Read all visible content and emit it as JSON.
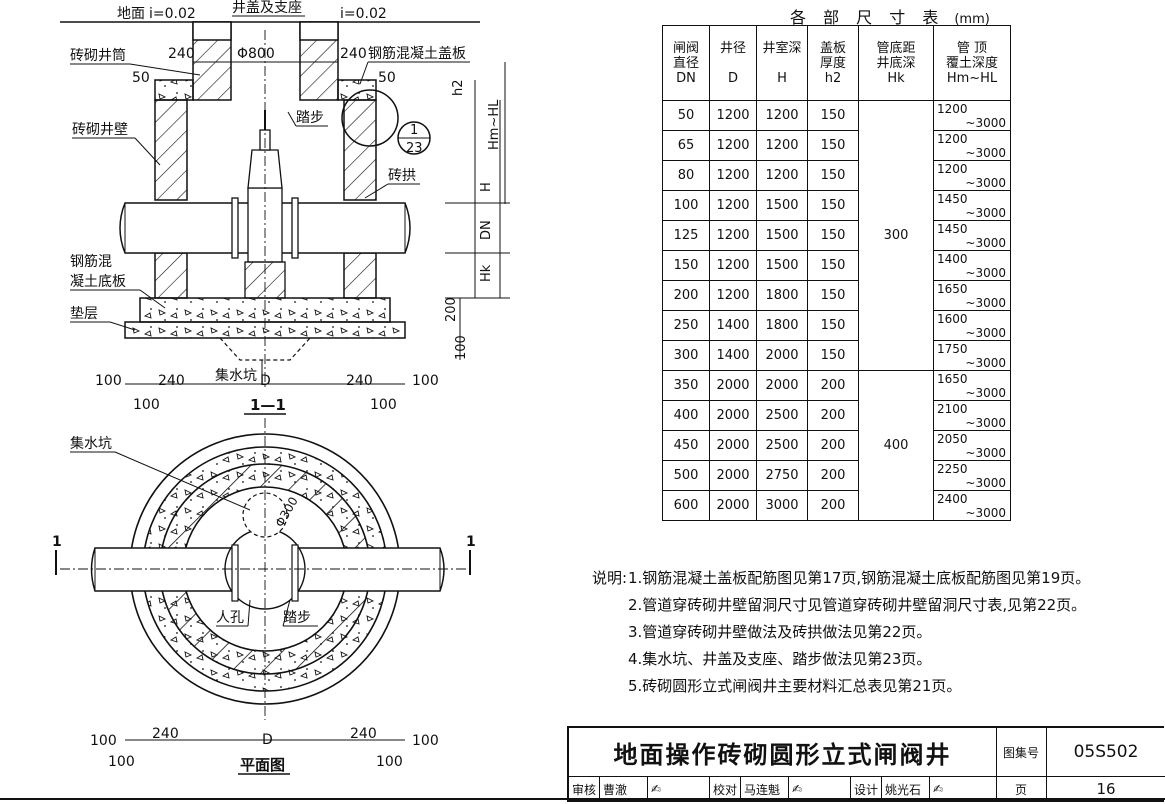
{
  "section": {
    "title": "1—1",
    "labels": {
      "ground": "地面",
      "slope_left": "i=0.02",
      "slope_right": "i=0.02",
      "cover_seat": "井盖及支座",
      "brick_shaft": "砖砌井筒",
      "rc_cover_plate": "钢筋混凝土盖板",
      "brick_wall": "砖砌井壁",
      "step": "踏步",
      "brick_arch": "砖拱",
      "rc_base": [
        "钢筋混",
        "凝土底板"
      ],
      "cushion": "垫层",
      "sump": "集水坑",
      "callout_top": "1",
      "callout_bottom": "23"
    },
    "dims": {
      "d240_l": "240",
      "phi800": "Φ800",
      "d240_r": "240",
      "d50_l": "50",
      "d50_r": "50",
      "h2": "h2",
      "hm_hl": "Hm~HL",
      "H": "H",
      "DN": "DN",
      "Hk": "Hk",
      "d200": "200",
      "d100": "100",
      "b100_l": "100",
      "b240_l": "240",
      "bD": "D",
      "b240_r": "240",
      "b100_r": "100",
      "b100_l2": "100",
      "b100_r2": "100"
    }
  },
  "plan": {
    "title": "平面图",
    "labels": {
      "sump": "集水坑",
      "phi300": "Φ300",
      "manhole": "人孔",
      "step": "踏步",
      "cut_left": "1",
      "cut_right": "1"
    },
    "dims": {
      "b100_l": "100",
      "b240_l": "240",
      "bD": "D",
      "b240_r": "240",
      "b100_r": "100",
      "b100_l2": "100",
      "b100_r2": "100"
    }
  },
  "table": {
    "title": "各 部 尺 寸 表",
    "unit": "(mm)",
    "headers": [
      [
        "闸阀",
        "直径",
        "DN"
      ],
      [
        "井径",
        "",
        "D"
      ],
      [
        "井室深",
        "",
        "H"
      ],
      [
        "盖板",
        "厚度",
        "h2"
      ],
      [
        "管底距",
        "井底深",
        "Hk"
      ],
      [
        "管  顶",
        "覆土深度",
        "Hm~HL"
      ]
    ],
    "rows": [
      {
        "dn": "50",
        "d": "1200",
        "h": "1200",
        "h2": "150",
        "cov_a": "1200",
        "cov_b": "~3000"
      },
      {
        "dn": "65",
        "d": "1200",
        "h": "1200",
        "h2": "150",
        "cov_a": "1200",
        "cov_b": "~3000"
      },
      {
        "dn": "80",
        "d": "1200",
        "h": "1200",
        "h2": "150",
        "cov_a": "1200",
        "cov_b": "~3000"
      },
      {
        "dn": "100",
        "d": "1200",
        "h": "1500",
        "h2": "150",
        "cov_a": "1450",
        "cov_b": "~3000"
      },
      {
        "dn": "125",
        "d": "1200",
        "h": "1500",
        "h2": "150",
        "cov_a": "1450",
        "cov_b": "~3000"
      },
      {
        "dn": "150",
        "d": "1200",
        "h": "1500",
        "h2": "150",
        "cov_a": "1400",
        "cov_b": "~3000"
      },
      {
        "dn": "200",
        "d": "1200",
        "h": "1800",
        "h2": "150",
        "cov_a": "1650",
        "cov_b": "~3000"
      },
      {
        "dn": "250",
        "d": "1400",
        "h": "1800",
        "h2": "150",
        "cov_a": "1600",
        "cov_b": "~3000"
      },
      {
        "dn": "300",
        "d": "1400",
        "h": "2000",
        "h2": "150",
        "cov_a": "1750",
        "cov_b": "~3000"
      },
      {
        "dn": "350",
        "d": "2000",
        "h": "2000",
        "h2": "200",
        "cov_a": "1650",
        "cov_b": "~3000"
      },
      {
        "dn": "400",
        "d": "2000",
        "h": "2500",
        "h2": "200",
        "cov_a": "2100",
        "cov_b": "~3000"
      },
      {
        "dn": "450",
        "d": "2000",
        "h": "2500",
        "h2": "200",
        "cov_a": "2050",
        "cov_b": "~3000"
      },
      {
        "dn": "500",
        "d": "2000",
        "h": "2750",
        "h2": "200",
        "cov_a": "2250",
        "cov_b": "~3000"
      },
      {
        "dn": "600",
        "d": "2000",
        "h": "3000",
        "h2": "200",
        "cov_a": "2400",
        "cov_b": "~3000"
      }
    ],
    "hk_group_1": "300",
    "hk_group_2": "400"
  },
  "notes": {
    "label": "说明:",
    "items": [
      "1.钢筋混凝土盖板配筋图见第17页,钢筋混凝土底板配筋图见第19页。",
      "2.管道穿砖砌井壁留洞尺寸见管道穿砖砌井壁留洞尺寸表,见第22页。",
      "3.管道穿砖砌井壁做法及砖拱做法见第22页。",
      "4.集水坑、井盖及支座、踏步做法见第23页。",
      "5.砖砌圆形立式闸阀井主要材料汇总表见第21页。"
    ]
  },
  "titleblock": {
    "title": "地面操作砖砌圆形立式闸阀井",
    "atlas_label": "图集号",
    "atlas_no": "05S502",
    "page_label": "页",
    "page_no": "16",
    "review_label": "审核",
    "reviewer": "曹澈",
    "check_label": "校对",
    "checker": "马连魁",
    "design_label": "设计",
    "designer": "姚光石"
  }
}
